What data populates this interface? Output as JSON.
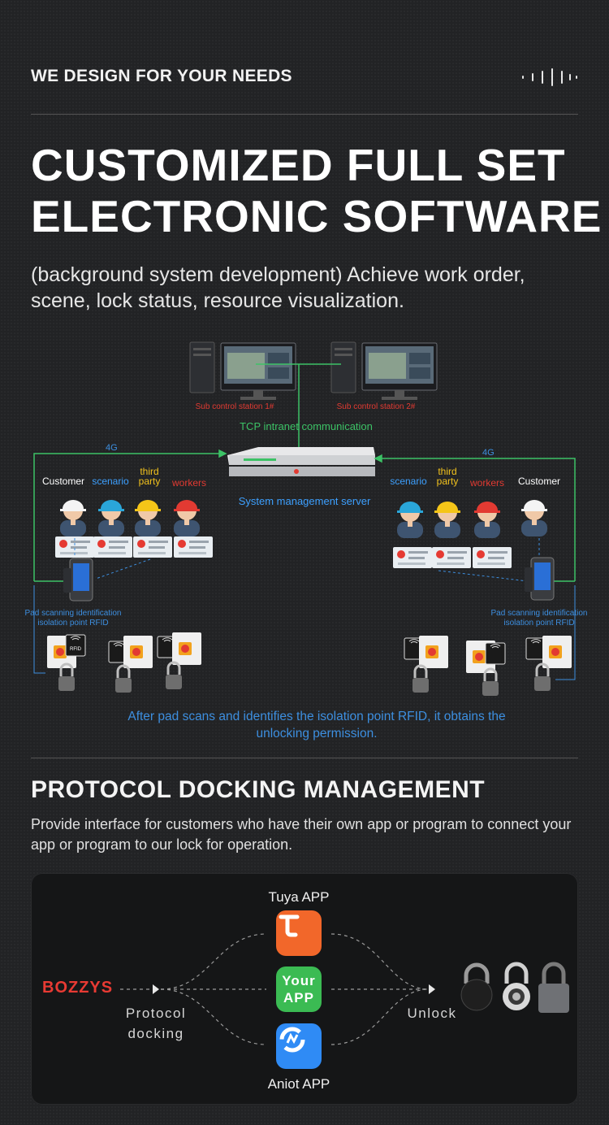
{
  "header": {
    "tagline": "WE DESIGN FOR YOUR NEEDS",
    "wave_icon": "sound-wave-icon"
  },
  "hero": {
    "title_line1": "CUSTOMIZED FULL SET",
    "title_line2": "ELECTRONIC SOFTWARE",
    "subtitle": "(background system development) Achieve work order, scene, lock status, resource visualization."
  },
  "diagram": {
    "station1": "Sub control station 1#",
    "station2": "Sub control station 2#",
    "tcp": "TCP intranet communication",
    "server": "System management server",
    "link_left": "4G",
    "link_right": "4G",
    "left_roles": [
      "Customer",
      "scenario",
      "third",
      "party",
      "workers"
    ],
    "right_roles": [
      "scenario",
      "third",
      "party",
      "workers",
      "Customer"
    ],
    "pad_left_1": "Pad scanning identification",
    "pad_left_2": "isolation point RFID",
    "pad_right_1": "Pad scanning identification",
    "pad_right_2": "isolation point RFID",
    "rfid": "RFID",
    "caption": "After pad scans and identifies the isolation point RFID, it obtains the unlocking permission.",
    "colors": {
      "link": "#3cc266",
      "server_text": "#3da0ff",
      "warning": "#e23a32",
      "caption": "#3d8fe0"
    }
  },
  "protocol": {
    "title": "PROTOCOL DOCKING MANAGEMENT",
    "description": "Provide interface for customers who have their own app or program to connect your app or program to our lock for operation.",
    "brand": "BOZZYS",
    "left_label_1": "Protocol",
    "left_label_2": "docking",
    "right_label": "Unlock",
    "apps": [
      {
        "name": "Tuya APP",
        "icon": "tuya-logo-icon",
        "color": "#f2672a"
      },
      {
        "name": "",
        "icon_text_1": "Your",
        "icon_text_2": "APP",
        "color": "#3bbb53"
      },
      {
        "name": "Aniot APP",
        "icon": "aniot-logo-icon",
        "color": "#2f8bf5"
      }
    ],
    "locks": [
      "round-padlock-icon",
      "dial-padlock-icon",
      "grey-padlock-icon"
    ]
  }
}
